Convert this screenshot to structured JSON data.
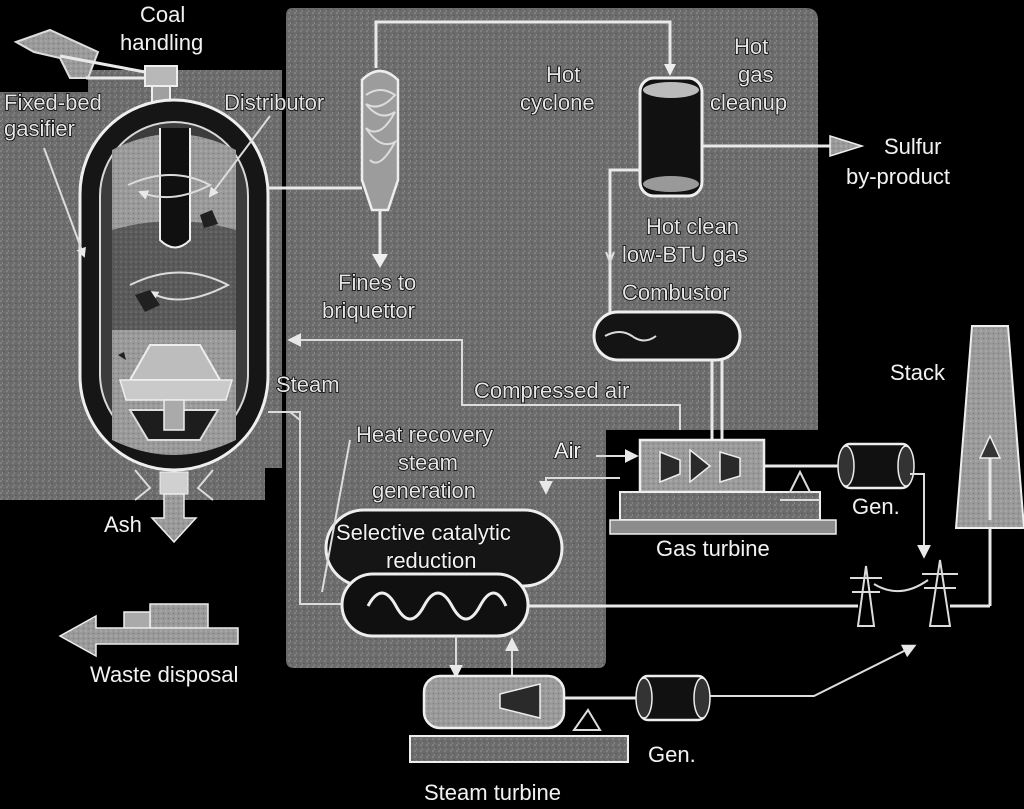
{
  "diagram": {
    "labels": {
      "coal_handling_1": "Coal",
      "coal_handling_2": "handling",
      "fixed_bed_1": "Fixed-bed",
      "fixed_bed_2": "gasifier",
      "distributor": "Distributor",
      "hot_cyclone_1": "Hot",
      "hot_cyclone_2": "cyclone",
      "hot_gas_cleanup_1": "Hot",
      "hot_gas_cleanup_2": "gas",
      "hot_gas_cleanup_3": "cleanup",
      "sulfur_1": "Sulfur",
      "sulfur_2": "by-product",
      "hot_clean_1": "Hot clean",
      "hot_clean_2": "low-BTU gas",
      "combustor": "Combustor",
      "fines_1": "Fines to",
      "fines_2": "briquettor",
      "steam": "Steam",
      "compressed_air": "Compressed air",
      "stack": "Stack",
      "heat_recovery_1": "Heat recovery",
      "heat_recovery_2": "steam",
      "heat_recovery_3": "generation",
      "air": "Air",
      "gen_gas": "Gen.",
      "scr_1": "Selective catalytic",
      "scr_2": "reduction",
      "gas_turbine": "Gas turbine",
      "ash": "Ash",
      "waste_disposal": "Waste disposal",
      "gen_steam": "Gen.",
      "steam_turbine": "Steam turbine"
    },
    "colors": {
      "background": "#000000",
      "panel": "#6e6e6e",
      "equipment_fill": "#8a8a8a",
      "line": "#e8e8e8",
      "text": "#f2f2f2"
    }
  }
}
